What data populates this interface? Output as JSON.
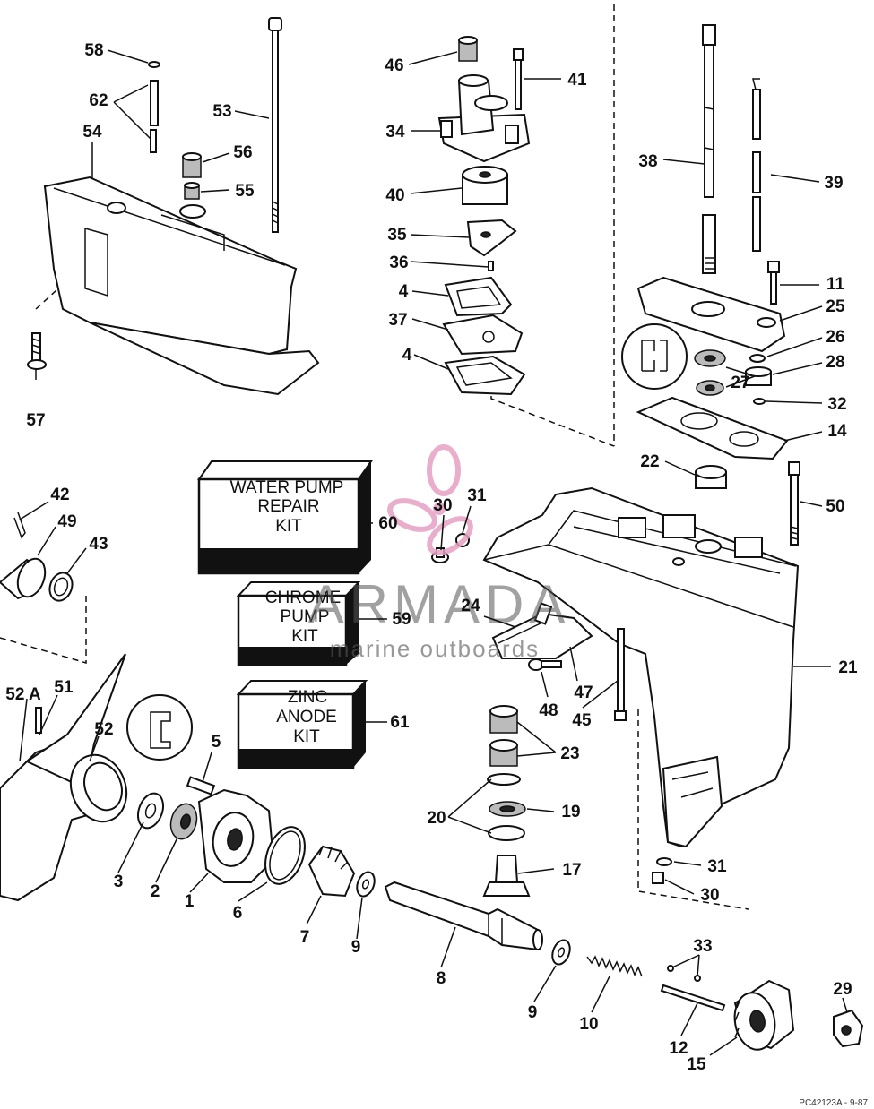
{
  "diagram": {
    "kits": [
      {
        "lines": [
          "WATER PUMP",
          "REPAIR",
          "KIT"
        ],
        "number": "60"
      },
      {
        "lines": [
          "CHROME",
          "PUMP",
          "KIT"
        ],
        "number": "59"
      },
      {
        "lines": [
          "ZINC",
          "ANODE",
          "KIT"
        ],
        "number": "61"
      }
    ],
    "callouts": {
      "c58": "58",
      "c62": "62",
      "c53": "53",
      "c54": "54",
      "c56": "56",
      "c55": "55",
      "c57": "57",
      "c46": "46",
      "c41": "41",
      "c34": "34",
      "c40": "40",
      "c35": "35",
      "c36": "36",
      "c4a": "4",
      "c37": "37",
      "c4b": "4",
      "c38": "38",
      "c39": "39",
      "c11": "11",
      "c25": "25",
      "c26": "26",
      "c28": "28",
      "c27": "27",
      "c32": "32",
      "c14": "14",
      "c22": "22",
      "c50": "50",
      "c42": "42",
      "c49": "49",
      "c43": "43",
      "c30a": "30",
      "c31a": "31",
      "c24": "24",
      "c21": "21",
      "c48": "48",
      "c47": "47",
      "c45": "45",
      "c52a": "52 A",
      "c51": "51",
      "c52": "52",
      "c5": "5",
      "c23": "23",
      "c20": "20",
      "c19": "19",
      "c17": "17",
      "c31b": "31",
      "c30b": "30",
      "c3": "3",
      "c2": "2",
      "c1": "1",
      "c6": "6",
      "c7": "7",
      "c9a": "9",
      "c8": "8",
      "c9b": "9",
      "c10": "10",
      "c33": "33",
      "c29": "29",
      "c12": "12",
      "c15": "15"
    }
  },
  "watermark": {
    "brand": "ARMADA",
    "tagline": "marine outboards",
    "logo_color": "#e6a1c3"
  },
  "footer": {
    "code": "PC42123A - 9-87"
  }
}
